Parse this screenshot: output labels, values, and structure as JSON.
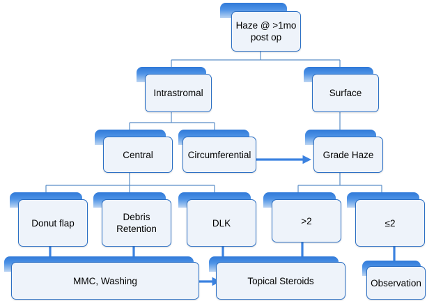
{
  "colors": {
    "connector": "#5a8ec8",
    "arrow": "#3b82e0",
    "box_border": "#2b6fc4",
    "box_fill": "#eef3fa"
  },
  "nodes": {
    "root": "Haze @ >1mo\npost op",
    "intrastromal": "Intrastromal",
    "surface": "Surface",
    "central": "Central",
    "circumferential": "Circumferential",
    "grade_haze": "Grade Haze",
    "donut_flap": "Donut flap",
    "debris_retention": "Debris\nRetention",
    "dlk": "DLK",
    "gt2": ">2",
    "le2": "≤2",
    "mmc_washing": "MMC, Washing",
    "topical_steroids": "Topical Steroids",
    "observation": "Observation"
  }
}
